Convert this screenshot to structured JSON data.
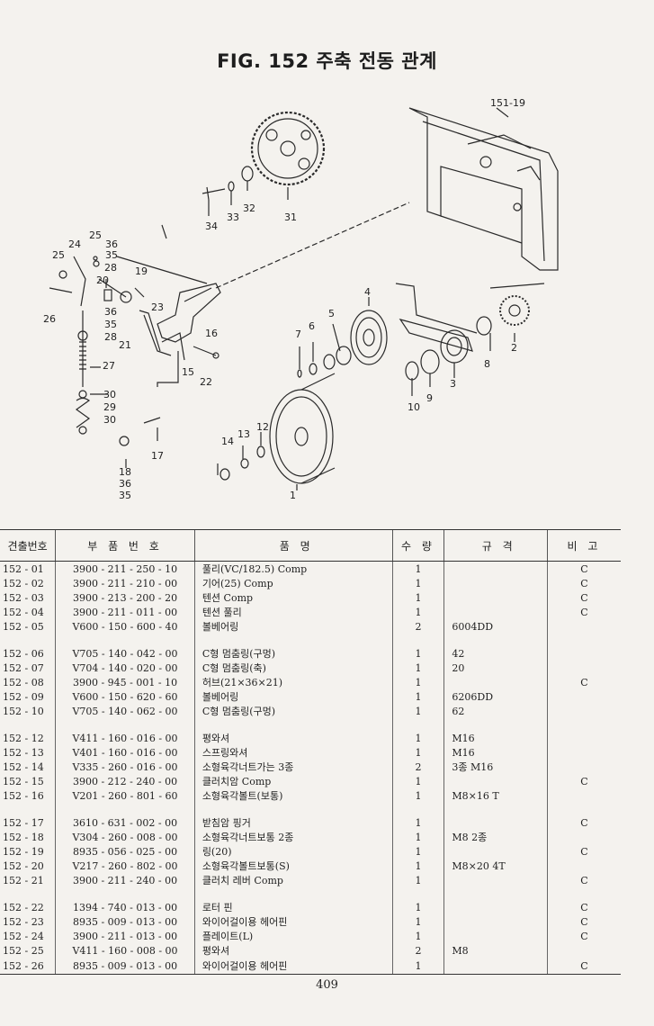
{
  "title": "FIG. 152 주축 전동 관계",
  "callouts": {
    "c151_19": "151-19",
    "c31": "31",
    "c32": "32",
    "c33": "33",
    "c34": "34",
    "c25a": "25",
    "c24": "24",
    "c25b": "25",
    "c36a": "36",
    "c35a": "35",
    "c28a": "28",
    "c26": "26",
    "c20": "20",
    "c19": "19",
    "c36b": "36",
    "c35b": "35",
    "c28b": "28",
    "c23": "23",
    "c16": "16",
    "c21": "21",
    "c27": "27",
    "c15": "15",
    "c22": "22",
    "c30a": "30",
    "c29": "29",
    "c30b": "30",
    "c17": "17",
    "c18": "18",
    "c36c": "36",
    "c35c": "35",
    "c4": "4",
    "c5": "5",
    "c6": "6",
    "c7": "7",
    "c2": "2",
    "c8": "8",
    "c3": "3",
    "c9": "9",
    "c10": "10",
    "c12": "12",
    "c13": "13",
    "c14": "14",
    "c1": "1"
  },
  "table": {
    "headers": [
      "견출번호",
      "부 품 번 호",
      "품 명",
      "수 량",
      "규 격",
      "비 고"
    ],
    "groups": [
      [
        {
          "no": "152 - 01",
          "part": "3900 - 211 - 250 - 10",
          "name": "풀리(VC/182.5) Comp",
          "qty": "1",
          "spec": "",
          "note": "C"
        },
        {
          "no": "152 - 02",
          "part": "3900 - 211 - 210 - 00",
          "name": "기어(25) Comp",
          "qty": "1",
          "spec": "",
          "note": "C"
        },
        {
          "no": "152 - 03",
          "part": "3900 - 213 - 200 - 20",
          "name": "텐션 Comp",
          "qty": "1",
          "spec": "",
          "note": "C"
        },
        {
          "no": "152 - 04",
          "part": "3900 - 211 - 011 - 00",
          "name": "텐션 풀리",
          "qty": "1",
          "spec": "",
          "note": "C"
        },
        {
          "no": "152 - 05",
          "part": "V600 - 150 - 600 - 40",
          "name": "볼베어링",
          "qty": "2",
          "spec": "6004DD",
          "note": ""
        }
      ],
      [
        {
          "no": "152 - 06",
          "part": "V705 - 140 - 042 - 00",
          "name": "C형 멈춤링(구멍)",
          "qty": "1",
          "spec": "42",
          "note": ""
        },
        {
          "no": "152 - 07",
          "part": "V704 - 140 - 020 - 00",
          "name": "C형 멈춤링(축)",
          "qty": "1",
          "spec": "20",
          "note": ""
        },
        {
          "no": "152 - 08",
          "part": "3900 - 945 - 001 - 10",
          "name": "허브(21×36×21)",
          "qty": "1",
          "spec": "",
          "note": "C"
        },
        {
          "no": "152 - 09",
          "part": "V600 - 150 - 620 - 60",
          "name": "볼베어링",
          "qty": "1",
          "spec": "6206DD",
          "note": ""
        },
        {
          "no": "152 - 10",
          "part": "V705 - 140 - 062 - 00",
          "name": "C형 멈춤링(구멍)",
          "qty": "1",
          "spec": "62",
          "note": ""
        }
      ],
      [
        {
          "no": "152 - 12",
          "part": "V411 - 160 - 016 - 00",
          "name": "평와셔",
          "qty": "1",
          "spec": "M16",
          "note": ""
        },
        {
          "no": "152 - 13",
          "part": "V401 - 160 - 016 - 00",
          "name": "스프링와셔",
          "qty": "1",
          "spec": "M16",
          "note": ""
        },
        {
          "no": "152 - 14",
          "part": "V335 - 260 - 016 - 00",
          "name": "소형육각너트가는 3종",
          "qty": "2",
          "spec": "3종 M16",
          "note": ""
        },
        {
          "no": "152 - 15",
          "part": "3900 - 212 - 240 - 00",
          "name": "클러치암 Comp",
          "qty": "1",
          "spec": "",
          "note": "C"
        },
        {
          "no": "152 - 16",
          "part": "V201 - 260 - 801 - 60",
          "name": "소형육각볼트(보통)",
          "qty": "1",
          "spec": "M8×16 T",
          "note": ""
        }
      ],
      [
        {
          "no": "152 - 17",
          "part": "3610 - 631 - 002 - 00",
          "name": "받침암 핑거",
          "qty": "1",
          "spec": "",
          "note": "C"
        },
        {
          "no": "152 - 18",
          "part": "V304 - 260 - 008 - 00",
          "name": "소형육각너트보통 2종",
          "qty": "1",
          "spec": "M8 2종",
          "note": ""
        },
        {
          "no": "152 - 19",
          "part": "8935 - 056 - 025 - 00",
          "name": "링(20)",
          "qty": "1",
          "spec": "",
          "note": "C"
        },
        {
          "no": "152 - 20",
          "part": "V217 - 260 - 802 - 00",
          "name": "소형육각볼트보통(S)",
          "qty": "1",
          "spec": "M8×20 4T",
          "note": ""
        },
        {
          "no": "152 - 21",
          "part": "3900 - 211 - 240 - 00",
          "name": "클러치 레버 Comp",
          "qty": "1",
          "spec": "",
          "note": "C"
        }
      ],
      [
        {
          "no": "152 - 22",
          "part": "1394 - 740 - 013 - 00",
          "name": "로터 핀",
          "qty": "1",
          "spec": "",
          "note": "C"
        },
        {
          "no": "152 - 23",
          "part": "8935 - 009 - 013 - 00",
          "name": "와이어걸이용 헤어핀",
          "qty": "1",
          "spec": "",
          "note": "C"
        },
        {
          "no": "152 - 24",
          "part": "3900 - 211 - 013 - 00",
          "name": "플레이트(L)",
          "qty": "1",
          "spec": "",
          "note": "C"
        },
        {
          "no": "152 - 25",
          "part": "V411 - 160 - 008 - 00",
          "name": "평와셔",
          "qty": "2",
          "spec": "M8",
          "note": ""
        },
        {
          "no": "152 - 26",
          "part": "8935 - 009 - 013 - 00",
          "name": "와이어걸이용 헤어핀",
          "qty": "1",
          "spec": "",
          "note": "C"
        }
      ]
    ]
  },
  "page_number": "409"
}
